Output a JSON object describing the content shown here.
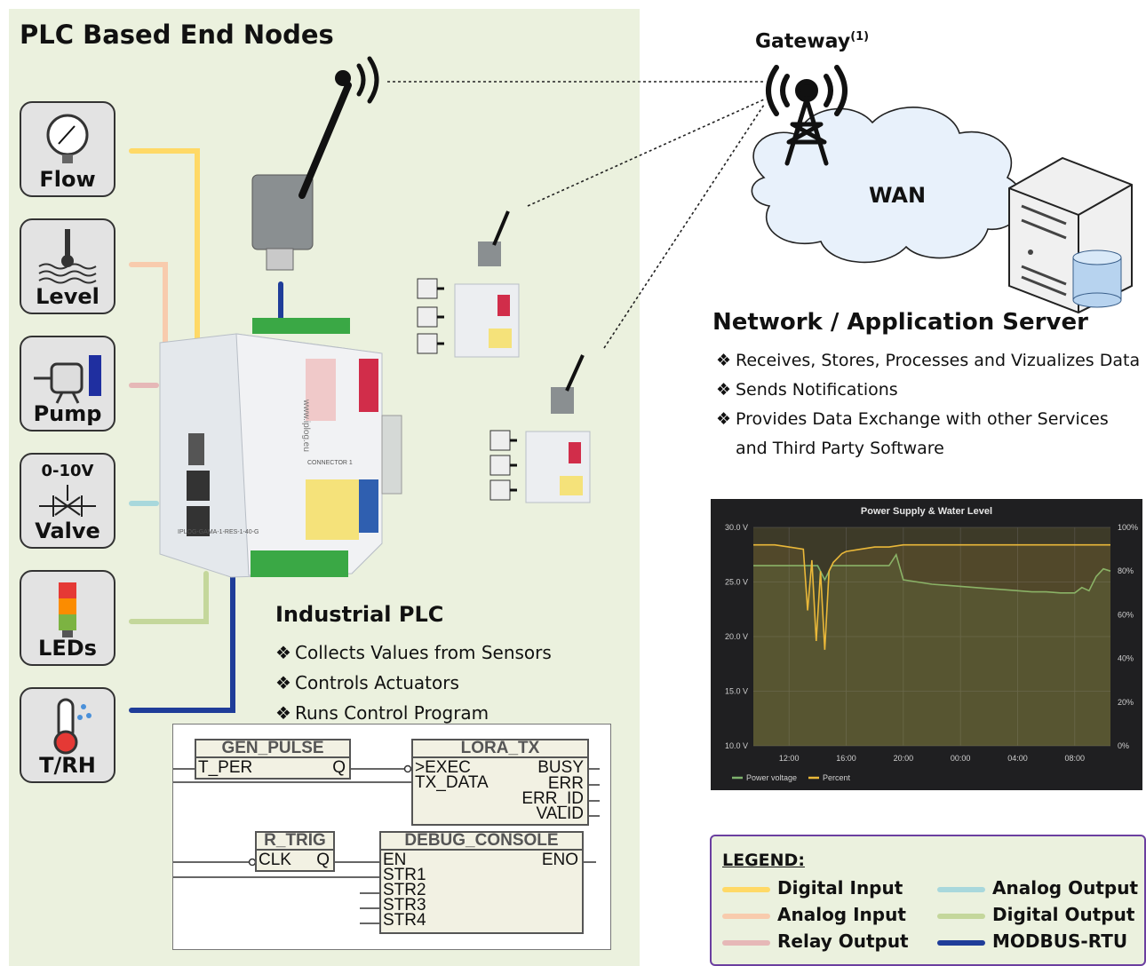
{
  "title": "PLC Based End Nodes",
  "gateway": {
    "label": "Gateway",
    "footnote": "(1)"
  },
  "wan": {
    "label": "WAN"
  },
  "sensors": [
    {
      "label": "Flow",
      "icon": "pressure-gauge-icon"
    },
    {
      "label": "Level",
      "icon": "level-thermometer-icon"
    },
    {
      "label": "Pump",
      "icon": "pump-icon"
    },
    {
      "label": "Valve",
      "top_label": "0-10V",
      "icon": "valve-icon"
    },
    {
      "label": "LEDs",
      "icon": "signal-tower-icon"
    },
    {
      "label": "T/RH",
      "icon": "thermometer-humidity-icon"
    }
  ],
  "plc": {
    "heading": "Industrial PLC",
    "bullets": [
      "Collects Values from Sensors",
      "Controls Actuators",
      "Runs Control Program"
    ],
    "device_text": {
      "url": "www.iplog.eu",
      "model": "IPLOG-GAMA-1-RES-1-40-G",
      "connector": "CONNECTOR 1"
    }
  },
  "server": {
    "heading": "Network / Application Server",
    "bullets": [
      "Receives, Stores, Processes and Vizualizes Data",
      "Sends Notifications",
      "Provides Data Exchange with other Services and Third Party Software"
    ]
  },
  "fbd": {
    "gen_pulse": {
      "title": "GEN_PULSE",
      "in": "T_PER",
      "out": "Q"
    },
    "lora_tx": {
      "title": "LORA_TX",
      "ins": [
        ">EXEC",
        "TX_DATA"
      ],
      "outs": [
        "BUSY",
        "ERR",
        "ERR_ID",
        "VALID"
      ]
    },
    "r_trig": {
      "title": "R_TRIG",
      "in": "CLK",
      "out": "Q"
    },
    "debug_console": {
      "title": "DEBUG_CONSOLE",
      "ins": [
        "EN",
        "STR1",
        "STR2",
        "STR3",
        "STR4"
      ],
      "out": "ENO"
    }
  },
  "legend": {
    "title": "LEGEND:",
    "items": [
      {
        "label": "Digital Input",
        "color": "#ffd966"
      },
      {
        "label": "Analog Input",
        "color": "#f8cbad"
      },
      {
        "label": "Relay Output",
        "color": "#e6b8b7"
      },
      {
        "label": "Analog Output",
        "color": "#a8d8dc"
      },
      {
        "label": "Digital Output",
        "color": "#c4d79b"
      },
      {
        "label": "MODBUS-RTU",
        "color": "#1f3d99"
      }
    ]
  },
  "chart_data": {
    "type": "line",
    "title": "Power Supply & Water Level",
    "x_ticks": [
      "12:00",
      "16:00",
      "20:00",
      "00:00",
      "04:00",
      "08:00"
    ],
    "y_left_ticks": [
      "30.0 V",
      "25.0 V",
      "20.0 V",
      "15.0 V",
      "10.0 V"
    ],
    "y_right_ticks": [
      "100%",
      "80%",
      "60%",
      "40%",
      "20%",
      "0%"
    ],
    "ylim_left": [
      10,
      30
    ],
    "ylim_right": [
      0,
      100
    ],
    "legend_position": "bottom-left",
    "series": [
      {
        "name": "Power voltage",
        "axis": "left",
        "color": "#7eb26d",
        "x": [
          9.5,
          10,
          11,
          12,
          13,
          14,
          14.5,
          15,
          16,
          17,
          18,
          19,
          19.5,
          20,
          21,
          22,
          23,
          24,
          25,
          26,
          27,
          28,
          29,
          30,
          31,
          32,
          32.5,
          33,
          33.5,
          34,
          34.5
        ],
        "y": [
          26.5,
          26.5,
          26.5,
          26.5,
          26.5,
          26.5,
          25.2,
          26.5,
          26.5,
          26.5,
          26.5,
          26.5,
          27.5,
          25.2,
          25.0,
          24.8,
          24.7,
          24.6,
          24.5,
          24.4,
          24.3,
          24.2,
          24.1,
          24.1,
          24.0,
          24.0,
          24.5,
          24.2,
          25.5,
          26.2,
          26.0
        ]
      },
      {
        "name": "Percent",
        "axis": "right",
        "color": "#eab839",
        "x": [
          9.5,
          10,
          11,
          12,
          13,
          13.3,
          13.6,
          13.9,
          14.2,
          14.5,
          14.8,
          15.1,
          15.4,
          15.7,
          16,
          17,
          18,
          19,
          20,
          22,
          24,
          26,
          28,
          30,
          32,
          34.5
        ],
        "y": [
          92,
          92,
          92,
          91,
          90,
          62,
          85,
          48,
          80,
          44,
          80,
          84,
          86,
          88,
          89,
          90,
          91,
          91,
          92,
          92,
          92,
          92,
          92,
          92,
          92,
          92
        ]
      }
    ]
  }
}
